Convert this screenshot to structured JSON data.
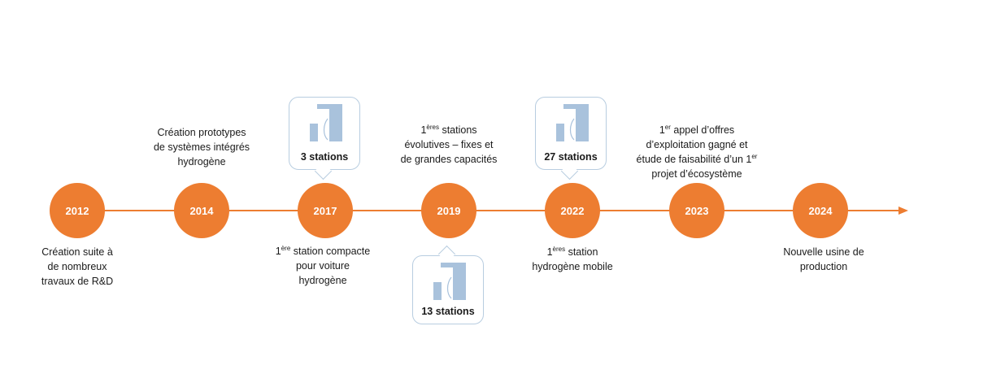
{
  "colors": {
    "accent": "#ed7d31",
    "callout_border": "#b8cde0",
    "icon_fill": "#a9c2dc"
  },
  "timeline": {
    "years": [
      "2012",
      "2014",
      "2017",
      "2019",
      "2022",
      "2023",
      "2024"
    ]
  },
  "milestones": {
    "m2012": {
      "line1": "Création suite à",
      "line2": "de nombreux",
      "line3": "travaux de R&D"
    },
    "m2014": {
      "line1": "Création prototypes",
      "line2": "de systèmes intégrés",
      "line3": "hydrogène"
    },
    "m2017": {
      "sup": "ère",
      "line1_pre": "1",
      "line1_post": " station compacte",
      "line2": "pour voiture",
      "line3": "hydrogène"
    },
    "m2019": {
      "sup": "ères",
      "line1_pre": "1",
      "line1_post": " stations",
      "line2": "évolutives – fixes et",
      "line3": "de grandes capacités"
    },
    "m2022": {
      "sup": "ères",
      "line1_pre": "1",
      "line1_post": " station",
      "line2": "hydrogène mobile"
    },
    "m2023": {
      "sup1": "er",
      "line1_pre": "1",
      "line1_post": " appel d’offres",
      "line2": "d’exploitation gagné et",
      "line3_pre": "étude de faisabilité d’un 1",
      "sup2": "er",
      "line4": "projet d’écosystème"
    },
    "m2024": {
      "line1": "Nouvelle usine de",
      "line2": "production"
    }
  },
  "callouts": {
    "c2017": {
      "icon": "hydrogen-station-icon",
      "label": "3 stations"
    },
    "c2019": {
      "icon": "hydrogen-station-icon",
      "label": "13 stations"
    },
    "c2022": {
      "icon": "hydrogen-station-icon",
      "label": "27 stations"
    }
  }
}
